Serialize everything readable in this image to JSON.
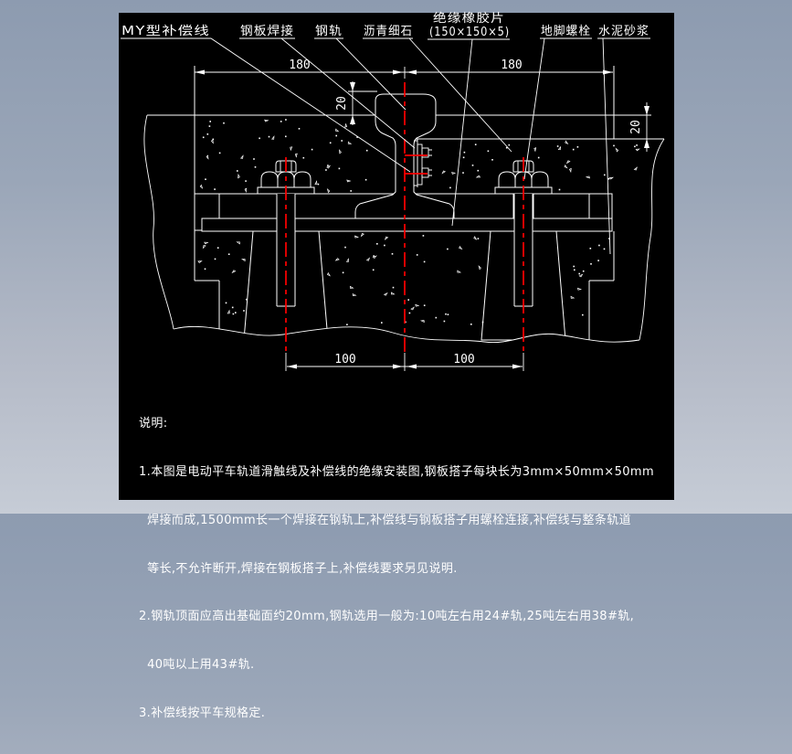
{
  "drawing": {
    "labels": {
      "my_wire": "MY型补偿线",
      "plate_weld": "钢板焊接",
      "rail": "钢轨",
      "asphalt": "沥青细石",
      "rubber_line1": "绝缘橡胶片",
      "rubber_line2": "(150×150×5)",
      "anchor_bolt": "地脚螺栓",
      "cement_mortar": "水泥砂浆"
    },
    "dimensions": {
      "top_left": "180",
      "top_right": "180",
      "rail_height_offset": "20",
      "right_step": "20",
      "bottom_left": "100",
      "bottom_right": "100"
    },
    "colors": {
      "canvas": "#000000",
      "line": "#ffffff",
      "centerline": "#ff0000",
      "frame_top": "#8d9bb0",
      "frame_bottom": "#c6ccd6"
    }
  },
  "notes": {
    "lines": [
      "说明:",
      "1.本图是电动平车轨道滑触线及补偿线的绝缘安装图,钢板搭子每块长为3mm×50mm×50mm",
      "  焊接而成,1500mm长一个焊接在钢轨上,补偿线与钢板搭子用螺栓连接,补偿线与整条轨道",
      "  等长,不允许断开,焊接在钢板搭子上,补偿线要求另见说明.",
      "2.钢轨顶面应高出基础面约20mm,钢轨选用一般为:10吨左右用24#轨,25吨左右用38#轨,",
      "  40吨以上用43#轨.",
      "3.补偿线按平车规格定."
    ]
  }
}
